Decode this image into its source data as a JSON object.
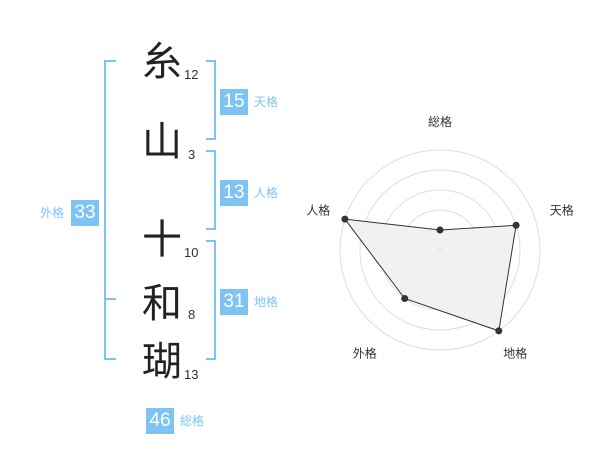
{
  "characters": [
    {
      "char": "糸",
      "strokes": "12"
    },
    {
      "char": "山",
      "strokes": "3"
    },
    {
      "char": "十",
      "strokes": "10"
    },
    {
      "char": "和",
      "strokes": "8"
    },
    {
      "char": "瑚",
      "strokes": "13"
    }
  ],
  "grades": {
    "tenkaku": {
      "value": "15",
      "label": "天格"
    },
    "jinkaku": {
      "value": "13",
      "label": "人格"
    },
    "chikaku": {
      "value": "31",
      "label": "地格"
    },
    "gaikaku": {
      "value": "33",
      "label": "外格"
    },
    "soukaku": {
      "value": "46",
      "label": "総格"
    }
  },
  "colors": {
    "accent": "#7dc4f4",
    "radar_fill": "#efefef",
    "radar_line": "#333333",
    "grid": "#dddddd"
  },
  "chart_data": {
    "type": "radar",
    "axes": [
      "総格",
      "天格",
      "地格",
      "外格",
      "人格"
    ],
    "values": [
      1,
      4,
      5,
      3,
      5
    ],
    "max": 5
  }
}
